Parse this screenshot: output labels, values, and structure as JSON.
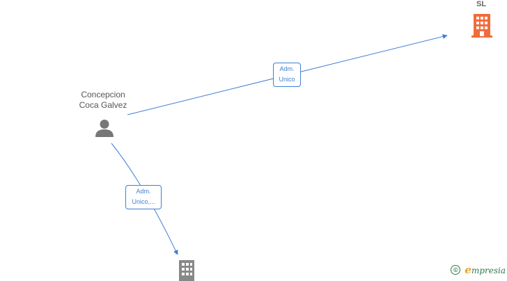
{
  "person": {
    "name_line1": "Concepcion",
    "name_line2": "Coca Galvez",
    "icon": "person-icon"
  },
  "company_top": {
    "label": "SL",
    "icon": "building-icon",
    "color": "#f26b3a"
  },
  "company_bottom": {
    "icon": "building-icon",
    "color": "#888888"
  },
  "edges": [
    {
      "line1": "Adm.",
      "line2": "Unico"
    },
    {
      "line1": "Adm.",
      "line2": "Unico,..."
    }
  ],
  "edge_color": "#3d7fd6",
  "footer": {
    "copyright": "©",
    "brand_initial": "e",
    "brand_rest": "mpresia"
  }
}
